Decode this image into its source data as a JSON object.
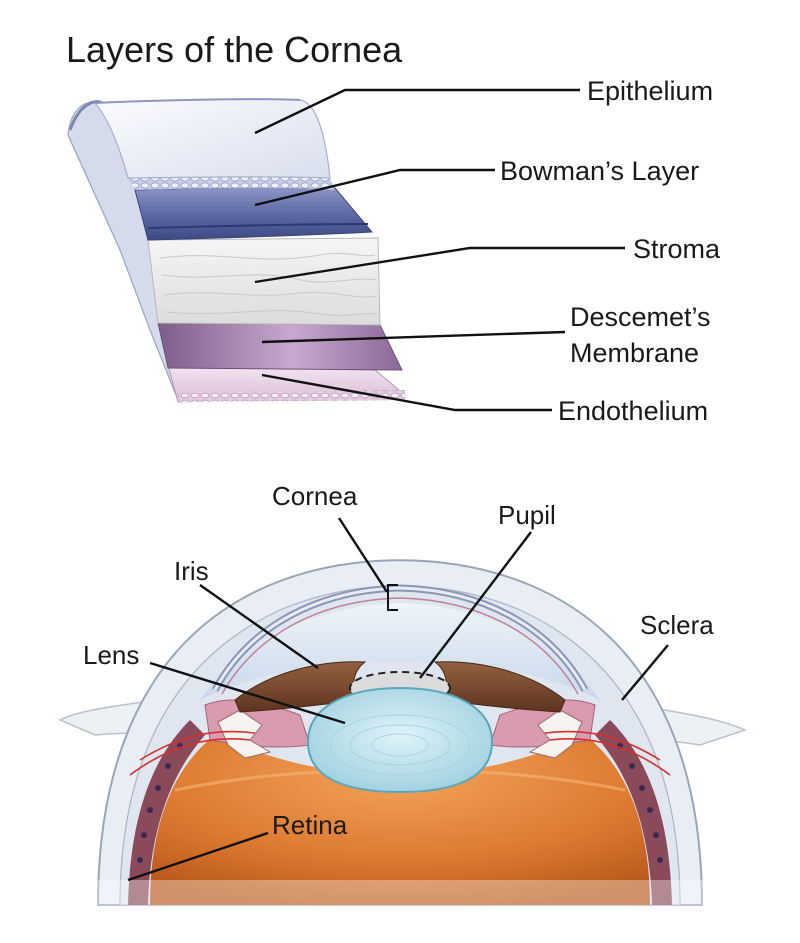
{
  "title": "Layers of the Cornea",
  "cornea_layers": [
    {
      "key": "epithelium",
      "label": "Epithelium"
    },
    {
      "key": "bowman",
      "label": "Bowman’s Layer"
    },
    {
      "key": "stroma",
      "label": "Stroma"
    },
    {
      "key": "descemet",
      "label_line1": "Descemet’s",
      "label_line2": "Membrane"
    },
    {
      "key": "endothelium",
      "label": "Endothelium"
    }
  ],
  "eye_labels": {
    "cornea": "Cornea",
    "pupil": "Pupil",
    "iris": "Iris",
    "lens": "Lens",
    "sclera": "Sclera",
    "retina": "Retina"
  },
  "colors": {
    "epithelium": "#e8ecf5",
    "bowman": "#6f79ad",
    "stroma": "#eeeeee",
    "descemet": "#9a7aa3",
    "endothelium": "#ead9ea",
    "iris": "#7a4a2e",
    "lens": "#bfe3ec",
    "vitreous": "#e6843a",
    "sclera": "#eef2f7"
  }
}
